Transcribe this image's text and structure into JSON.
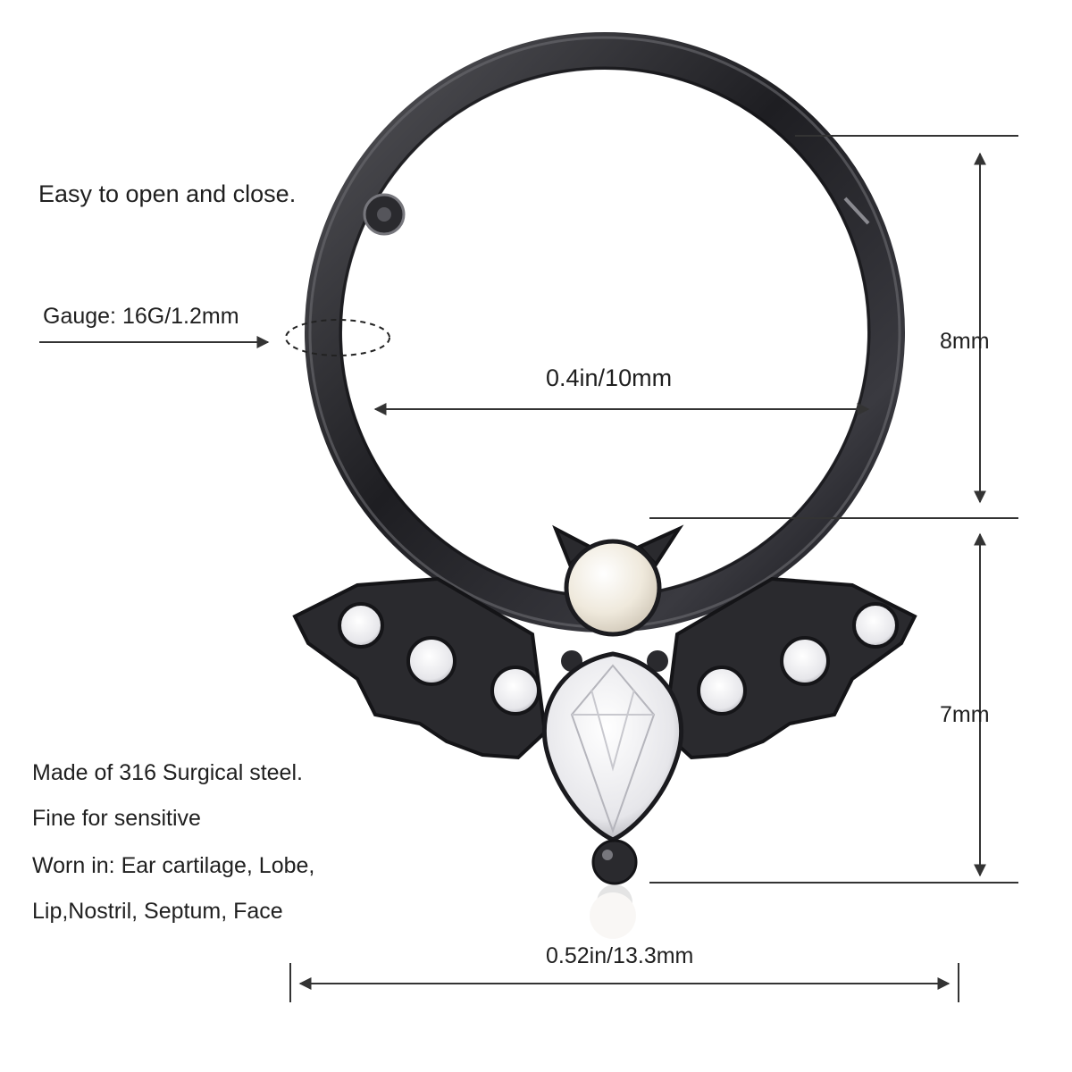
{
  "annotations": {
    "open_close": "Easy to open and close.",
    "gauge": "Gauge: 16G/1.2mm",
    "inner_diameter": "0.4in/10mm",
    "ring_height": "8mm",
    "charm_height": "7mm",
    "total_width": "0.52in/13.3mm"
  },
  "features": [
    "Made of 316 Surgical steel.",
    "Fine for sensitive",
    "Worn in: Ear cartilage, Lobe,",
    "Lip,Nostril, Septum, Face"
  ],
  "colors": {
    "metal": "#2b2b2e",
    "metal_highlight": "#8a8a90",
    "stone": "#f4f4f6",
    "pearl": "#f3efe6",
    "line": "#333333"
  }
}
